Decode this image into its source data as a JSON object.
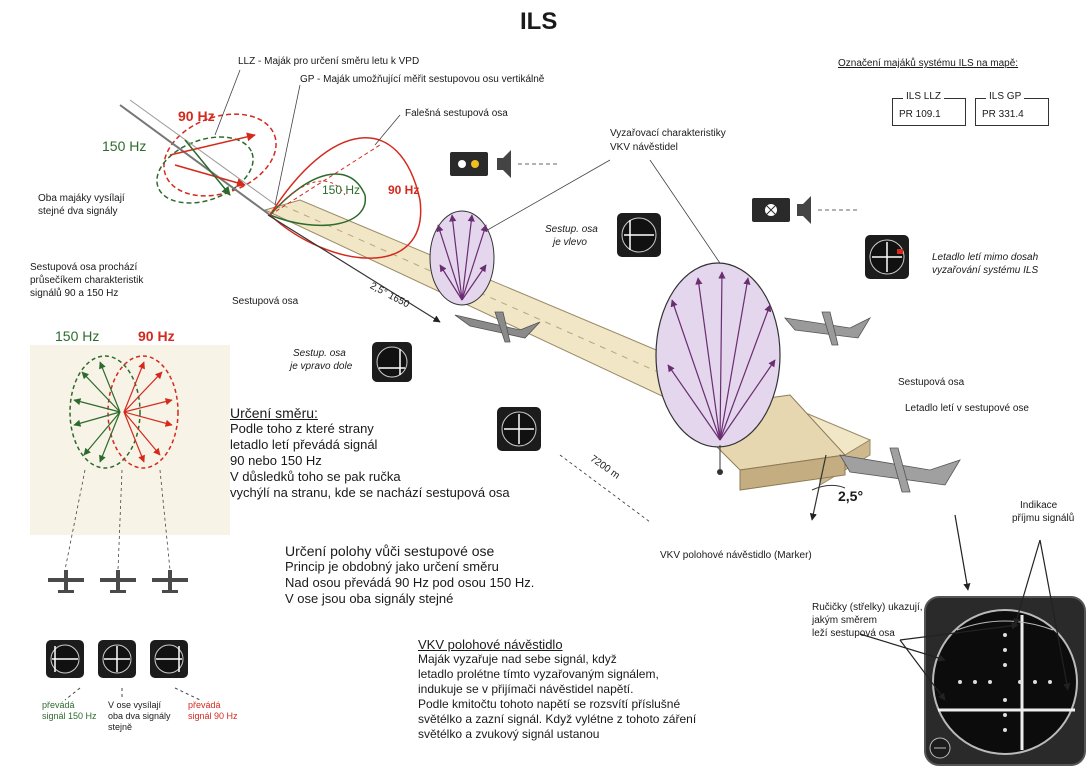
{
  "title": "ILS",
  "legend": {
    "heading": "Označení majáků systému ILS na mapě:",
    "llz_label": "ILS LLZ",
    "llz_value": "PR 109.1",
    "gp_label": "ILS GP",
    "gp_value": "PR 331.4"
  },
  "top_notes": {
    "llz": "LLZ - Maják pro určení směru letu k VPD",
    "gp": "GP - Maják umožňující měřit sestupovou osu vertikálně",
    "false_axis": "Falešná sestupová osa",
    "vkv_chars_1": "Vyzařovací charakteristiky",
    "vkv_chars_2": "VKV návěstidel"
  },
  "signals": {
    "hz90": "90 Hz",
    "hz150": "150 Hz"
  },
  "left_notes": {
    "both_1": "Oba majáky vysílají",
    "both_2": "stejné dva signály",
    "axis_1": "Sestupová osa prochází",
    "axis_2": "průsečíkem charakteristik",
    "axis_3": "signálů 90 a 150 Hz",
    "axis_label": "Sestupová osa",
    "angle": "2,5° 1650"
  },
  "indicator_notes": {
    "left_1": "Sestup. osa",
    "left_2": "je vlevo",
    "right_1": "Sestup. osa",
    "right_2": "je vpravo dole",
    "outside_1": "Letadlo letí mimo dosah",
    "outside_2": "vyzařování systému ILS"
  },
  "direction": {
    "heading": "Určení směru:",
    "lines": [
      "Podle toho z které strany",
      "letadlo letí převádá signál",
      "90 nebo 150 Hz",
      "V důsledků toho se pak ručka",
      "vychýlí na stranu, kde se nachází sestupová osa"
    ]
  },
  "position": {
    "heading": "Určení polohy vůči sestupové ose",
    "lines": [
      "Princip je obdobný jako určení směru",
      "Nad osou převádá 90 Hz pod osou 150 Hz.",
      "V ose jsou oba signály stejné"
    ]
  },
  "bottom_left": {
    "c1_1": "převádá",
    "c1_2": "signál 150 Hz",
    "c2_1": "V ose vysílají",
    "c2_2": "oba dva signály",
    "c2_3": "stejně",
    "c3_1": "převádá",
    "c3_2": "signál 90 Hz"
  },
  "marker": {
    "label": "VKV polohové návěstidlo (Marker)",
    "distance": "7200 m",
    "angle": "2,5°",
    "heading": "VKV polohové návěstidlo",
    "lines": [
      "Maják vyzařuje nad sebe signál, když",
      "letadlo prolétne tímto vyzařovaným signálem,",
      "indukuje se v přijímači návěstidel napětí.",
      "Podle kmitočtu tohoto napětí se rozsvítí příslušné",
      "světélko a zazní signál. Když vylétne z tohoto záření",
      "světélko a zvukový signál ustanou"
    ]
  },
  "right_notes": {
    "axis": "Sestupová osa",
    "on_axis": "Letadlo letí v sestupové ose",
    "indic_1": "Indikace",
    "indic_2": "příjmu signálů",
    "needles_1": "Ručičky (střelky) ukazují,",
    "needles_2": "jakým směrem",
    "needles_3": "leží sestupová osa"
  },
  "colors": {
    "red": "#d42a1e",
    "green": "#2d6b2d",
    "runway": "#efe2bf",
    "lobe": "#e4d6ec",
    "instrument": "#1c1c1c"
  }
}
